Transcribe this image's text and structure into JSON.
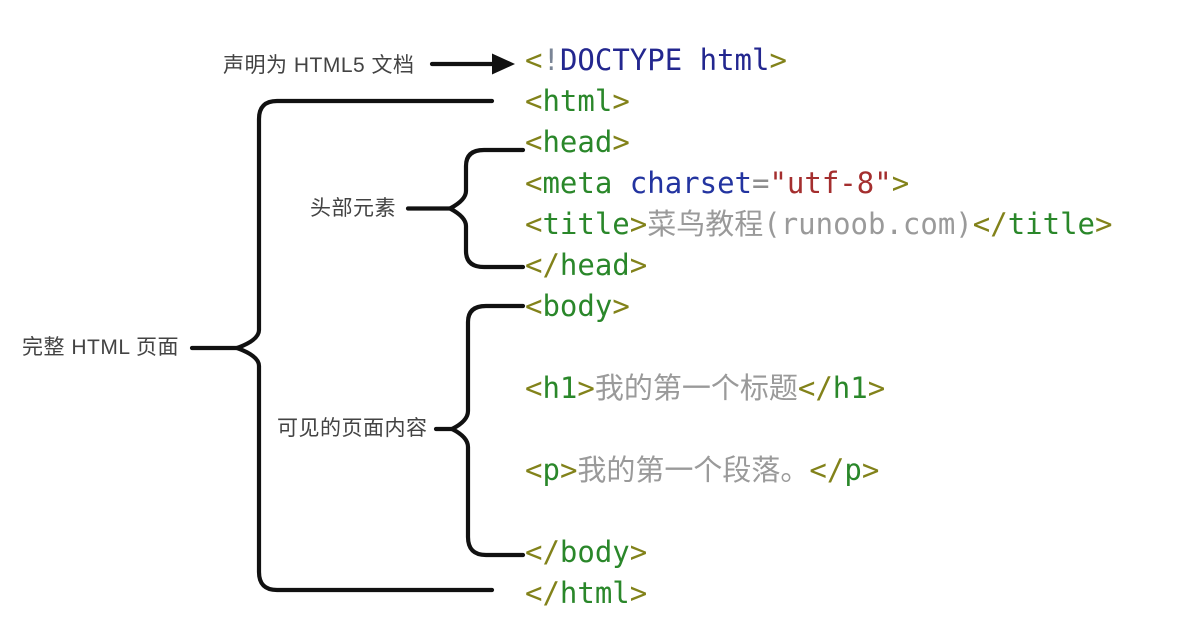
{
  "annotations": {
    "doctype": "声明为 HTML5 文档",
    "head": "头部元素",
    "page": "完整 HTML 页面",
    "body_visible": "可见的页面内容"
  },
  "colors": {
    "punct": "#82821A",
    "bang": "#7A8596",
    "doctype": "#23278F",
    "attr": "#2334A0",
    "equals": "#8E8E8E",
    "value": "#A42E2E",
    "tag": "#2A872A",
    "text": "#9A9A9A",
    "line": "#111111",
    "label": "#434343"
  },
  "code": {
    "lines": [
      {
        "tokens": [
          {
            "t": "<",
            "c": "punct"
          },
          {
            "t": "!",
            "c": "bang"
          },
          {
            "t": "DOCTYPE html",
            "c": "doctype"
          },
          {
            "t": ">",
            "c": "punct"
          }
        ]
      },
      {
        "tokens": [
          {
            "t": "<",
            "c": "punct"
          },
          {
            "t": "html",
            "c": "tag"
          },
          {
            "t": ">",
            "c": "punct"
          }
        ]
      },
      {
        "tokens": [
          {
            "t": "<",
            "c": "punct"
          },
          {
            "t": "head",
            "c": "tag"
          },
          {
            "t": ">",
            "c": "punct"
          }
        ]
      },
      {
        "tokens": [
          {
            "t": "<",
            "c": "punct"
          },
          {
            "t": "meta",
            "c": "tag"
          },
          {
            "t": " ",
            "c": "punct"
          },
          {
            "t": "charset",
            "c": "attr"
          },
          {
            "t": "=",
            "c": "equals"
          },
          {
            "t": "\"utf-8\"",
            "c": "value"
          },
          {
            "t": ">",
            "c": "punct"
          }
        ]
      },
      {
        "tokens": [
          {
            "t": "<",
            "c": "punct"
          },
          {
            "t": "title",
            "c": "tag"
          },
          {
            "t": ">",
            "c": "punct"
          },
          {
            "t": "菜鸟教程(runoob.com)",
            "c": "text"
          },
          {
            "t": "</",
            "c": "punct"
          },
          {
            "t": "title",
            "c": "tag"
          },
          {
            "t": ">",
            "c": "punct"
          }
        ]
      },
      {
        "tokens": [
          {
            "t": "</",
            "c": "punct"
          },
          {
            "t": "head",
            "c": "tag"
          },
          {
            "t": ">",
            "c": "punct"
          }
        ]
      },
      {
        "tokens": [
          {
            "t": "<",
            "c": "punct"
          },
          {
            "t": "body",
            "c": "tag"
          },
          {
            "t": ">",
            "c": "punct"
          }
        ]
      },
      {
        "tokens": []
      },
      {
        "tokens": [
          {
            "t": "<",
            "c": "punct"
          },
          {
            "t": "h1",
            "c": "tag"
          },
          {
            "t": ">",
            "c": "punct"
          },
          {
            "t": "我的第一个标题",
            "c": "text"
          },
          {
            "t": "</",
            "c": "punct"
          },
          {
            "t": "h1",
            "c": "tag"
          },
          {
            "t": ">",
            "c": "punct"
          }
        ]
      },
      {
        "tokens": []
      },
      {
        "tokens": [
          {
            "t": "<",
            "c": "punct"
          },
          {
            "t": "p",
            "c": "tag"
          },
          {
            "t": ">",
            "c": "punct"
          },
          {
            "t": "我的第一个段落。",
            "c": "text"
          },
          {
            "t": "</",
            "c": "punct"
          },
          {
            "t": "p",
            "c": "tag"
          },
          {
            "t": ">",
            "c": "punct"
          }
        ]
      },
      {
        "tokens": []
      },
      {
        "tokens": [
          {
            "t": "</",
            "c": "punct"
          },
          {
            "t": "body",
            "c": "tag"
          },
          {
            "t": ">",
            "c": "punct"
          }
        ]
      },
      {
        "tokens": [
          {
            "t": "</",
            "c": "punct"
          },
          {
            "t": "html",
            "c": "tag"
          },
          {
            "t": ">",
            "c": "punct"
          }
        ]
      }
    ]
  }
}
